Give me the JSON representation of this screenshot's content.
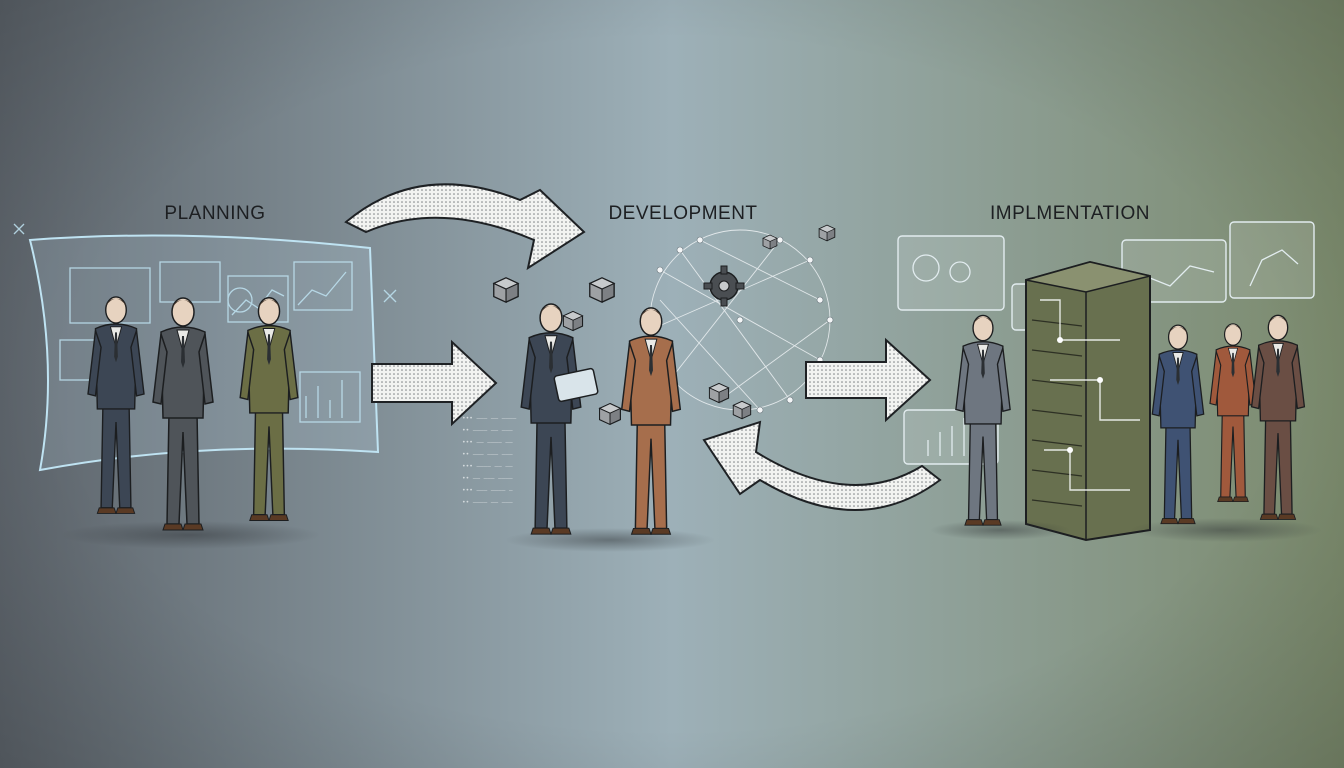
{
  "stages": [
    {
      "id": "planning",
      "label": "PLANNING"
    },
    {
      "id": "development",
      "label": "DEVELOPMENT"
    },
    {
      "id": "implementation",
      "label": "IMPLMENTATION"
    }
  ],
  "colors": {
    "bg_left": "#5f666d",
    "bg_mid": "#9fb0b7",
    "bg_right": "#7d8c6f",
    "arrow_fill": "#eef0ee",
    "arrow_stroke": "#1e2124",
    "holo_blue": "#bfe3f2",
    "suit_navy": "#3c4654",
    "suit_grey": "#4f5459",
    "suit_olive": "#6b6e45",
    "suit_tan": "#a66e4c",
    "server_green": "#68704f"
  }
}
